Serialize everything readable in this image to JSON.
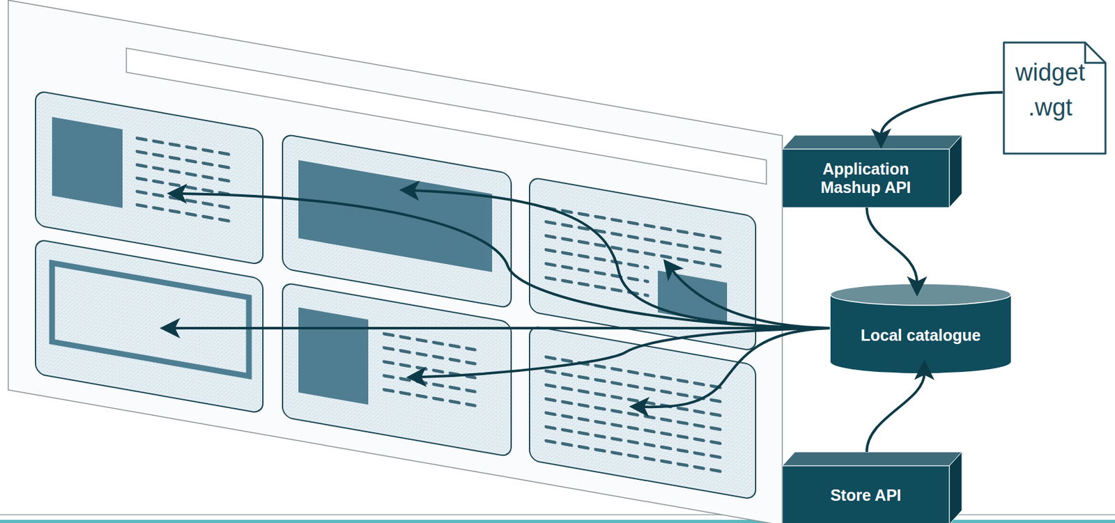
{
  "diagram": {
    "nodes": [
      {
        "text": [
          "widget .wgt"
        ]
      },
      {
        "text": [
          "Application Mashup API"
        ]
      },
      {
        "text": [
          "Local catalogue"
        ]
      },
      {
        "text": [
          "Store API"
        ]
      }
    ],
    "edges": [
      {
        "from": 0,
        "to": 1,
        "arrow": "to"
      },
      {
        "from": 1,
        "to": 2,
        "arrow": "to"
      },
      {
        "from": 3,
        "to": 2,
        "arrow": "to"
      }
    ]
  }
}
